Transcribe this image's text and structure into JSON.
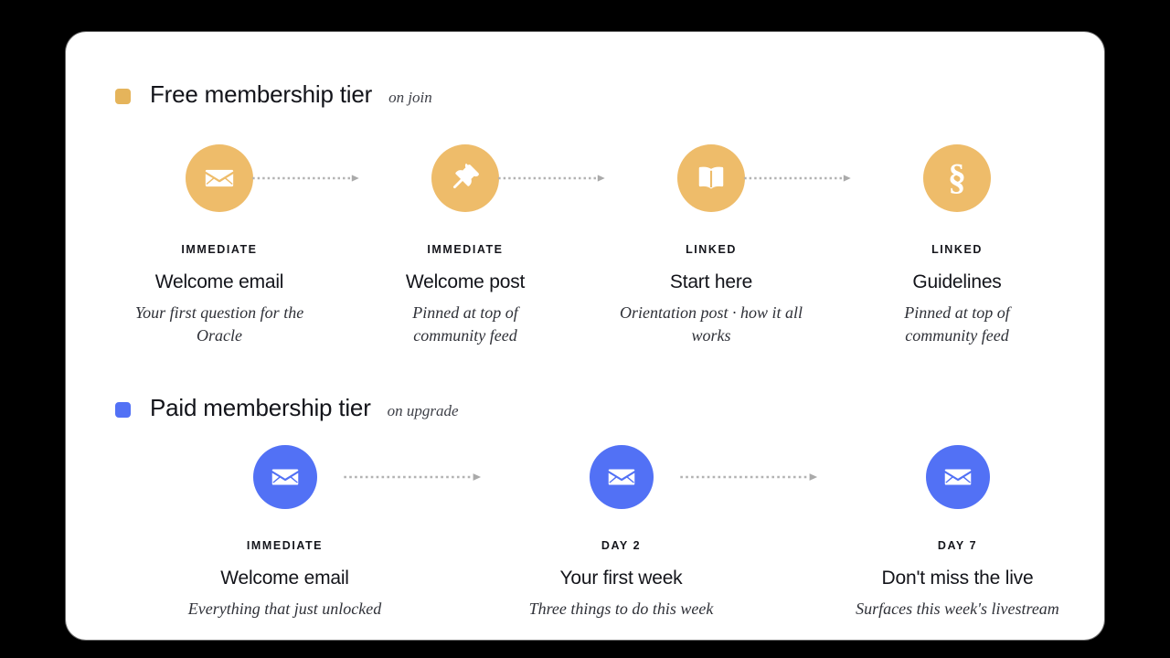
{
  "canvas": {
    "background": "#000000",
    "card_background": "#ffffff"
  },
  "colors": {
    "amber": "#eebc6a",
    "amber_swatch": "#e5b45b",
    "blue": "#5271f5",
    "connector": "#b3b3b3",
    "text_dark": "#13141a",
    "text_body": "#2f3138"
  },
  "sections": [
    {
      "id": "free-tier",
      "title": "Free membership tier",
      "trigger": "on join",
      "swatch_color": "#e5b45b",
      "accent": "#eebc6a",
      "nodes": [
        {
          "icon": "envelope-icon",
          "kicker": "IMMEDIATE",
          "title": "Welcome email",
          "desc": "Your first question for the Oracle"
        },
        {
          "icon": "pushpin-icon",
          "kicker": "IMMEDIATE",
          "title": "Welcome post",
          "desc": "Pinned at top of community feed"
        },
        {
          "icon": "open-book-icon",
          "kicker": "LINKED",
          "title": "Start here",
          "desc": "Orientation post · how it all works"
        },
        {
          "icon": "section-sign-icon",
          "kicker": "LINKED",
          "title": "Guidelines",
          "desc": "Pinned at top of community feed"
        }
      ]
    },
    {
      "id": "paid-tier",
      "title": "Paid membership tier",
      "trigger": "on upgrade",
      "swatch_color": "#5271f5",
      "accent": "#5271f5",
      "nodes": [
        {
          "icon": "envelope-icon",
          "kicker": "IMMEDIATE",
          "title": "Welcome email",
          "desc": "Everything that just unlocked"
        },
        {
          "icon": "envelope-icon",
          "kicker": "DAY 2",
          "title": "Your first week",
          "desc": "Three things to do this week"
        },
        {
          "icon": "envelope-icon",
          "kicker": "DAY 7",
          "title": "Don't miss the live",
          "desc": "Surfaces this week's livestream"
        }
      ]
    }
  ]
}
